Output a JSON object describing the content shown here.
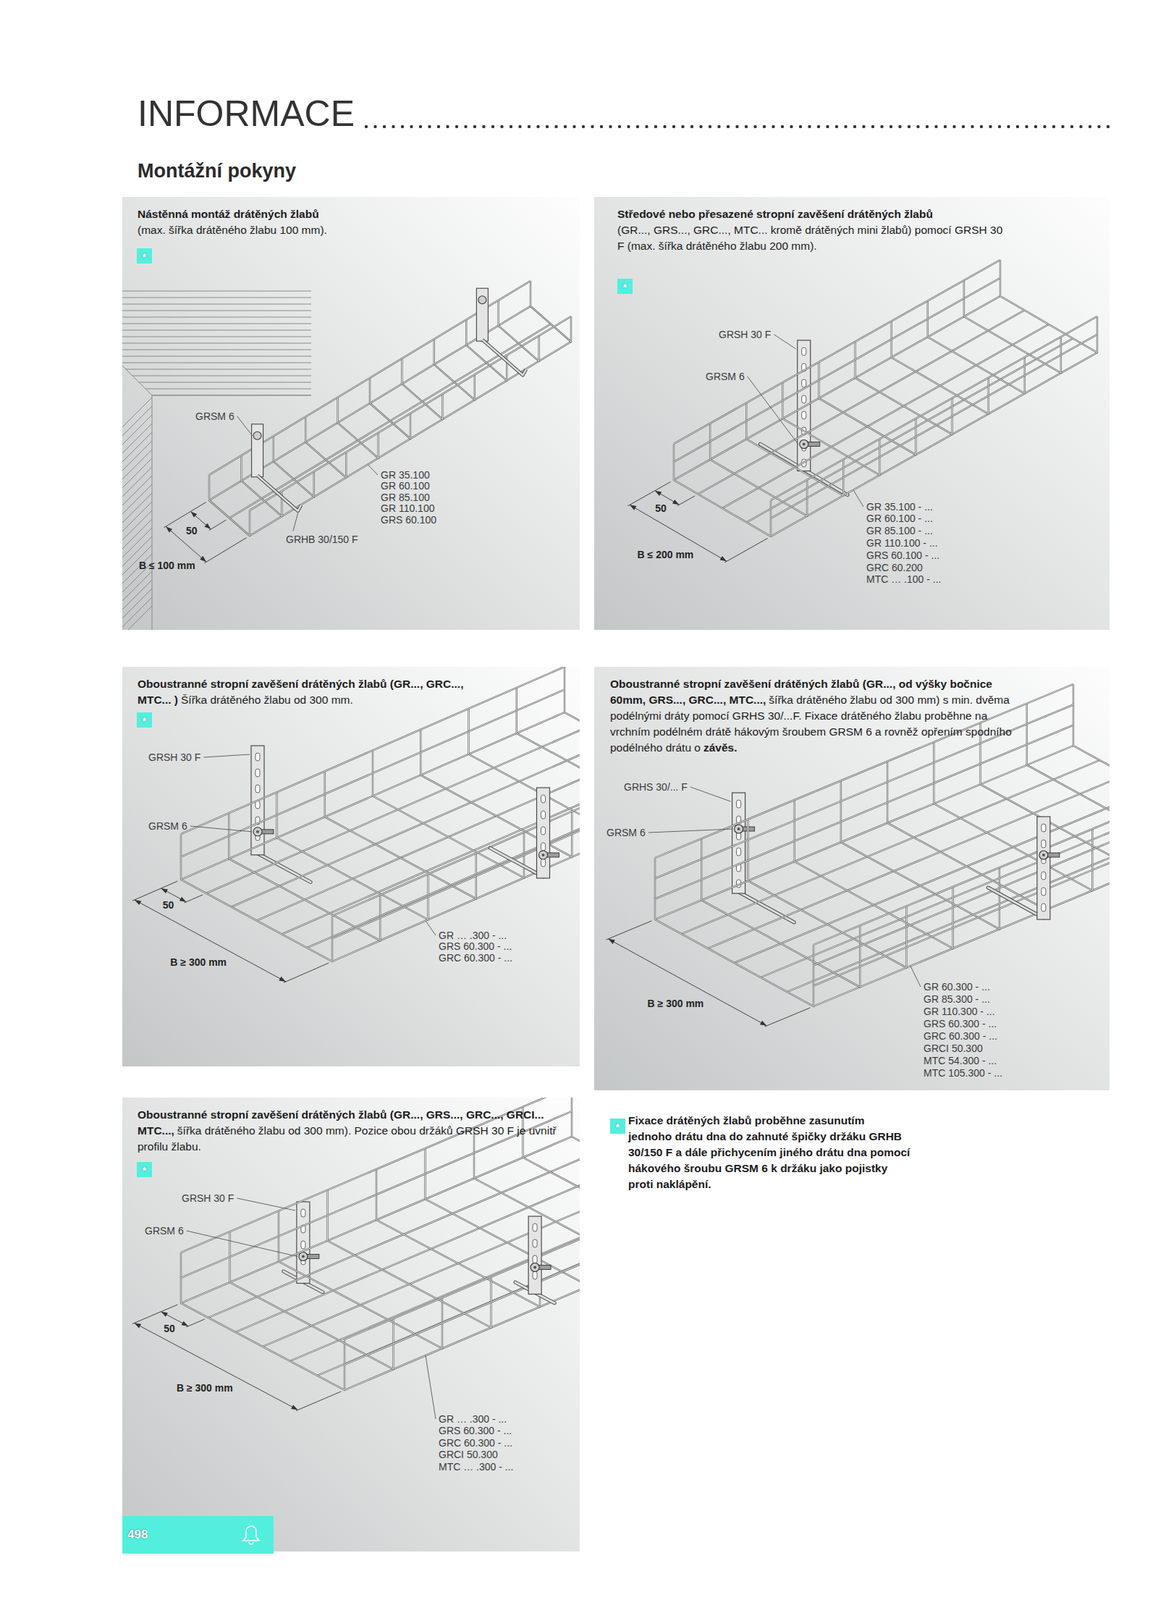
{
  "diagram": {
    "title": "INFORMACE",
    "nodes": [
      {
        "text": [
          "Nástěnná montáž drátěných žlabů",
          "(max. šířka drátěného žlabu 100 mm)."
        ]
      },
      {
        "text": [
          "Středové nebo přesazené stropní zavěšení drátěných žlabů",
          "(GR..., GRS..., GRC..., MTC... kromě drátěných mini žlabů) pomocí GRSH 30 F (max. šířka drátěného žlabu 200 mm)."
        ]
      },
      {
        "text": [
          "Oboustranné stropní zavěšení drátěných žlabů (GR..., GRC..., MTC... )",
          "Šířka drátěného žlabu od 300 mm."
        ]
      },
      {
        "text": [
          "Oboustranné stropní zavěšení drátěných žlabů (GR..., od výšky bočnice 60mm, GRS..., GRC..., MTC...,",
          "šířka drátěného žlabu od 300 mm) s min. dvěma podélnými dráty pomocí GRHS 30/...F. Fixace drátěného žlabu proběhne na vrchním podélném drátě hákovým šroubem GRSM 6 a rovněž opřením spodního podélného drátu o",
          "závěs."
        ]
      },
      {
        "text": [
          "Oboustranné stropní zavěšení drátěných žlabů (GR..., GRS..., GRC..., GRCI... MTC...,",
          "šířka drátěného žlabu od 300 mm). Pozice obou držáků GRSH 30 F je uvnitř profilu žlabu."
        ]
      }
    ],
    "labels": [
      "Montážní pokyny",
      "*",
      "GRSM 6",
      "GR 35.100",
      "GR 60.100",
      "GR 85.100",
      "GR 110.100",
      "GRS 60.100",
      "GRHB 30/150 F",
      "50",
      "B ≤ 100 mm",
      "*",
      "GRSH 30 F",
      "GRSM 6",
      "50",
      "B ≤ 200 mm",
      "GR 35.100 - ...",
      "GR 60.100 - ...",
      "GR 85.100 - ...",
      "GR 110.100 - ...",
      "GRS 60.100 - ...",
      "GRC 60.200",
      "MTC … .100 - ...",
      "*",
      "GRSH 30 F",
      "GRSM 6",
      "50",
      "B ≥ 300 mm",
      "GR … .300 - ...",
      "GRS 60.300 - ...",
      "GRC 60.300 - ...",
      "GRHS 30/... F",
      "GRSM 6",
      "B ≥ 300 mm",
      "GR 60.300 - ...",
      "GR 85.300 - ...",
      "GR 110.300 - ...",
      "GRS 60.300 - ...",
      "GRC 60.300 - ...",
      "GRCI 50.300",
      "MTC 54.300 - ...",
      "MTC 105.300 - ...",
      "*",
      "GRSH 30 F",
      "GRSM 6",
      "50",
      "B ≥ 300 mm",
      "GR … .300 - ...",
      "GRS 60.300 - ...",
      "GRC 60.300 - ...",
      "GRCI 50.300",
      "MTC … .300 - ...",
      "*",
      "Fixace drátěných žlabů proběhne zasunutím jednoho drátu dna do zahnuté špičky držáku GRHB 30/150 F a dále přichycením jiného drátu dna pomocí hákového šroubu GRSM 6 k držáku jako pojistky proti naklápění.",
      "498"
    ]
  }
}
